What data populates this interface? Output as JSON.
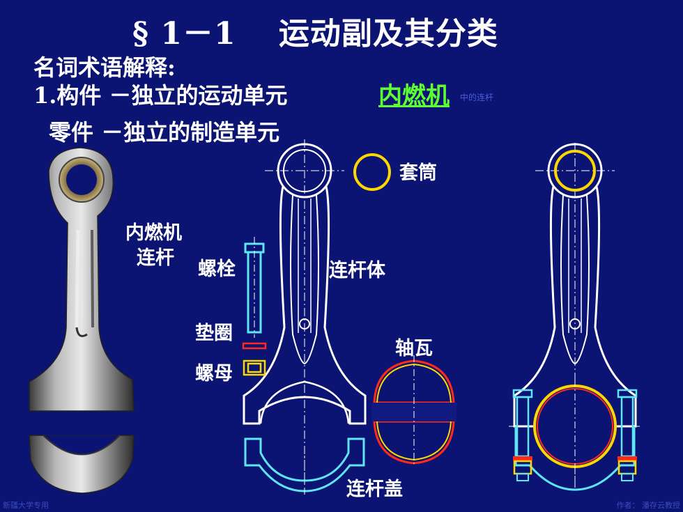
{
  "slide": {
    "title": "§ 1－1　 运动副及其分类",
    "heading": "名词术语解释:",
    "line1": "1.构件 －独立的运动单元",
    "link": "内燃机",
    "link_note": "中的连杆",
    "line2": "零件 －独立的制造单元"
  },
  "labels": {
    "photo_caption_1": "内燃机",
    "photo_caption_2": "连杆",
    "bolt": "螺栓",
    "washer": "垫圈",
    "nut": "螺母",
    "sleeve": "套筒",
    "rod_body": "连杆体",
    "bearing": "轴瓦",
    "cap": "连杆盖"
  },
  "footer": {
    "left": "新疆大学专用",
    "right": "作者：  潘存云教授"
  },
  "colors": {
    "background": "#0b1473",
    "link": "#5cff2f",
    "outline": "#ffffff",
    "bolt": "#5fe6f5",
    "sleeve": "#ffd700",
    "bearing_edge": "#ff2a1a"
  }
}
